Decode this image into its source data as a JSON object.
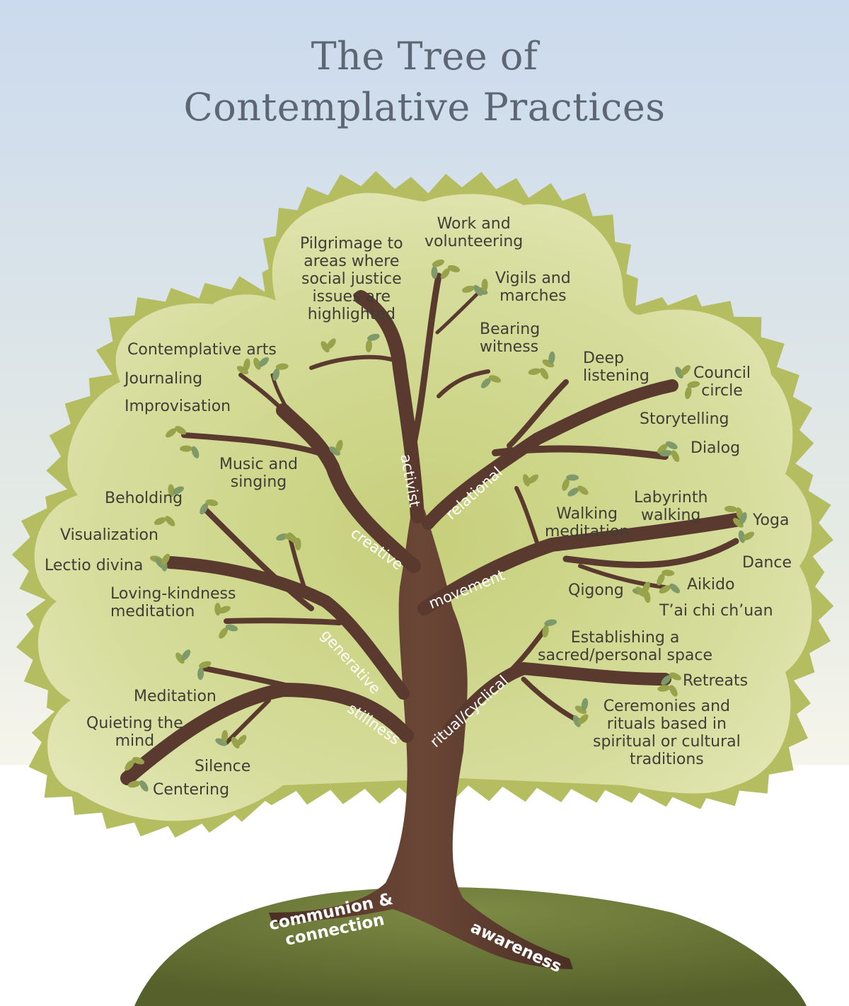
{
  "title": {
    "line1": "The Tree of",
    "line2": "Contemplative Practices"
  },
  "branches": {
    "activist": "activist",
    "relational": "relational",
    "creative": "creative",
    "movement": "movement",
    "generative": "generative",
    "stillness": "stillness",
    "ritual": "ritual/cyclical"
  },
  "roots": {
    "communion_1": "communion &",
    "communion_2": "connection",
    "awareness": "awareness"
  },
  "practices": {
    "pilgrimage": [
      "Pilgrimage to",
      "areas where",
      "social justice",
      "issues are",
      "highlighted"
    ],
    "work": [
      "Work and",
      "volunteering"
    ],
    "vigils": [
      "Vigils and",
      "marches"
    ],
    "bearing": [
      "Bearing",
      "witness"
    ],
    "deep_listening": [
      "Deep",
      "listening"
    ],
    "council": [
      "Council",
      "circle"
    ],
    "storytelling": "Storytelling",
    "dialog": "Dialog",
    "contemplative_arts": "Contemplative arts",
    "journaling": "Journaling",
    "improvisation": "Improvisation",
    "music": [
      "Music and",
      "singing"
    ],
    "beholding": "Beholding",
    "visualization": "Visualization",
    "lectio": "Lectio divina",
    "loving_kindness": [
      "Loving-kindness",
      "meditation"
    ],
    "meditation": "Meditation",
    "quieting": [
      "Quieting the",
      "mind"
    ],
    "silence": "Silence",
    "centering": "Centering",
    "walking": [
      "Walking",
      "meditation"
    ],
    "labyrinth": [
      "Labyrinth",
      "walking"
    ],
    "yoga": "Yoga",
    "dance": "Dance",
    "aikido": "Aikido",
    "qigong": "Qigong",
    "taichi": "T’ai chi ch’uan",
    "sacred_space": [
      "Establishing a",
      "sacred/personal space"
    ],
    "retreats": "Retreats",
    "ceremonies": [
      "Ceremonies and",
      "rituals based in",
      "spiritual or cultural",
      "traditions"
    ]
  },
  "colors": {
    "sky_top": "#cfdcee",
    "sky_bottom": "#f4f3ea",
    "canopy": "#d3da94",
    "canopy_edge": "#a8b055",
    "trunk": "#5a3a2e",
    "hill": "#6e7a3a",
    "title_text": "#5d6673",
    "label_text": "#3e3e36"
  }
}
